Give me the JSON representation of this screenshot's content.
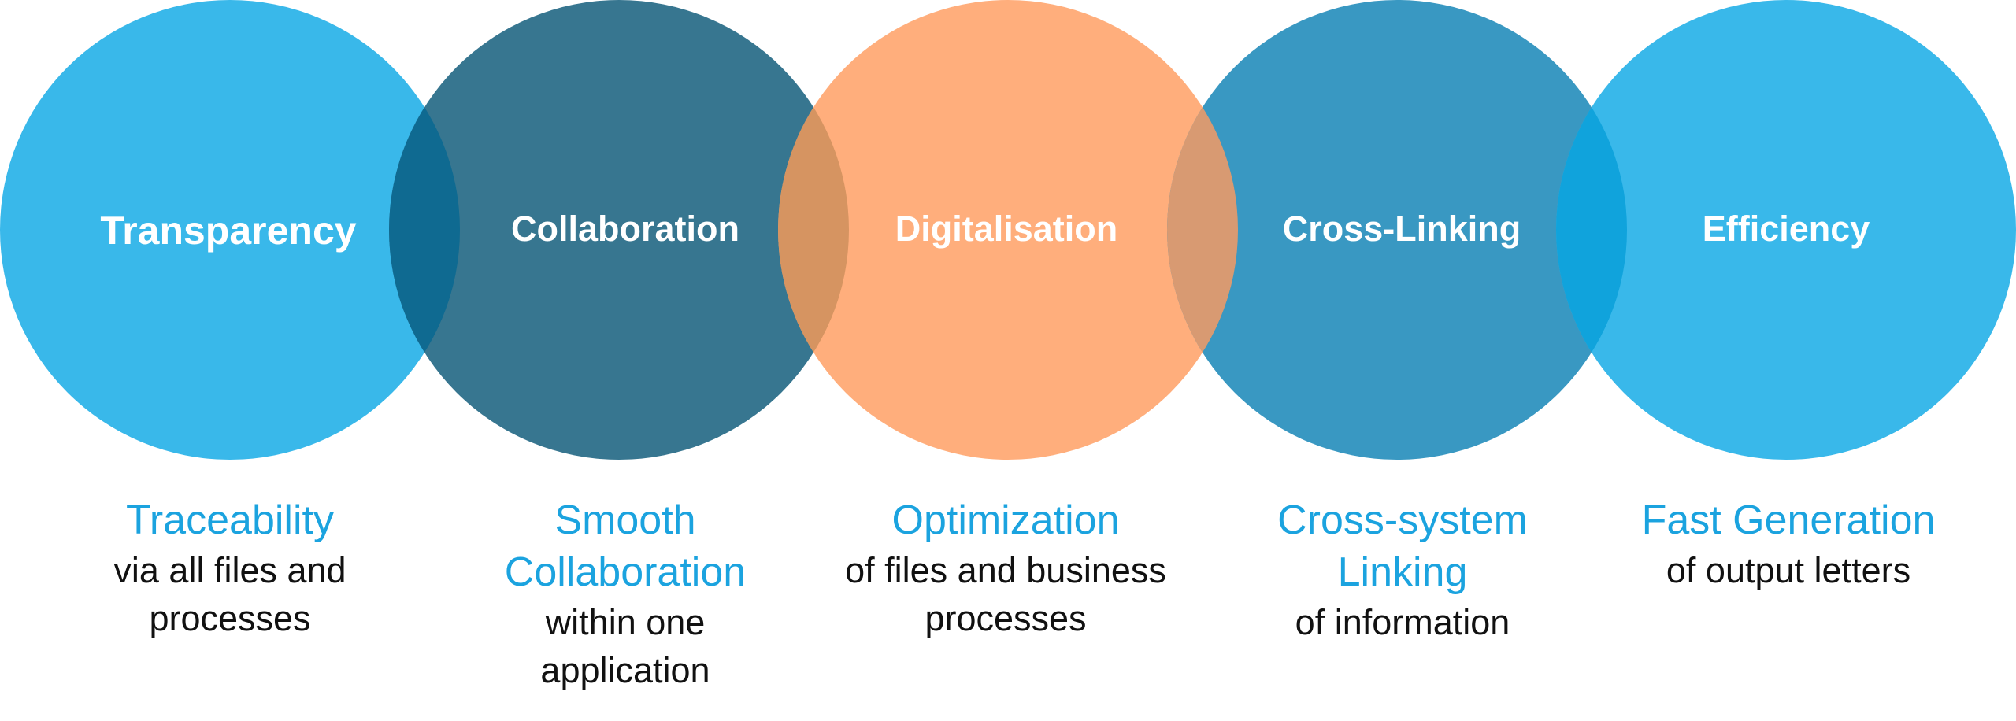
{
  "colors": {
    "light_blue": "#39b8ea",
    "dark_teal": "#2c6a88",
    "orange": "#ffab75",
    "mid_blue": "#2f94c0",
    "caption_heading": "#1ba3df",
    "caption_text": "#111111"
  },
  "circles": [
    {
      "label": "Transparency"
    },
    {
      "label": "Collaboration"
    },
    {
      "label": "Digitalisation"
    },
    {
      "label": "Cross-Linking"
    },
    {
      "label": "Efficiency"
    }
  ],
  "captions": [
    {
      "heading": "Traceability",
      "text": "via all files and processes"
    },
    {
      "heading": "Smooth Collaboration",
      "text": "within one application"
    },
    {
      "heading": "Optimization",
      "text": "of files and business processes"
    },
    {
      "heading": "Cross-system Linking",
      "text": "of information"
    },
    {
      "heading": "Fast Generation",
      "text": "of output letters"
    }
  ]
}
